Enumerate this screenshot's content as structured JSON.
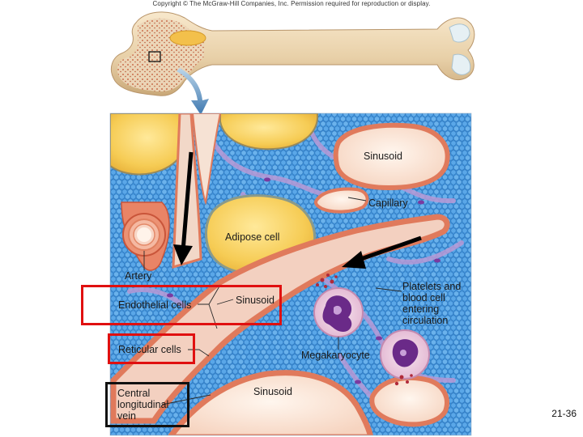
{
  "copyright": "Copyright © The McGraw-Hill Companies, Inc. Permission required for reproduction or display.",
  "labels": {
    "sinusoid_top": "Sinusoid",
    "capillary": "Capillary",
    "adipose_cell": "Adipose cell",
    "artery": "Artery",
    "endothelial_cells": "Endothelial cells",
    "sinusoid_mid": "Sinusoid",
    "platelets": [
      "Platelets and",
      "blood cell",
      "entering",
      "circulation"
    ],
    "reticular_cells": "Reticular cells",
    "megakaryocyte": "Megakaryocyte",
    "sinusoid_bottom": "Sinusoid",
    "central_vein": [
      "Central",
      "longitudinal",
      "vein"
    ]
  },
  "slide_number": "21-36",
  "colors": {
    "tissue_blue": "#4a9be0",
    "adipose_yellow": "#f5cd58",
    "vessel_wall": "#e8866a",
    "highlight_red": "#e01010",
    "highlight_black": "#111111",
    "bone": "#eed8b4"
  }
}
